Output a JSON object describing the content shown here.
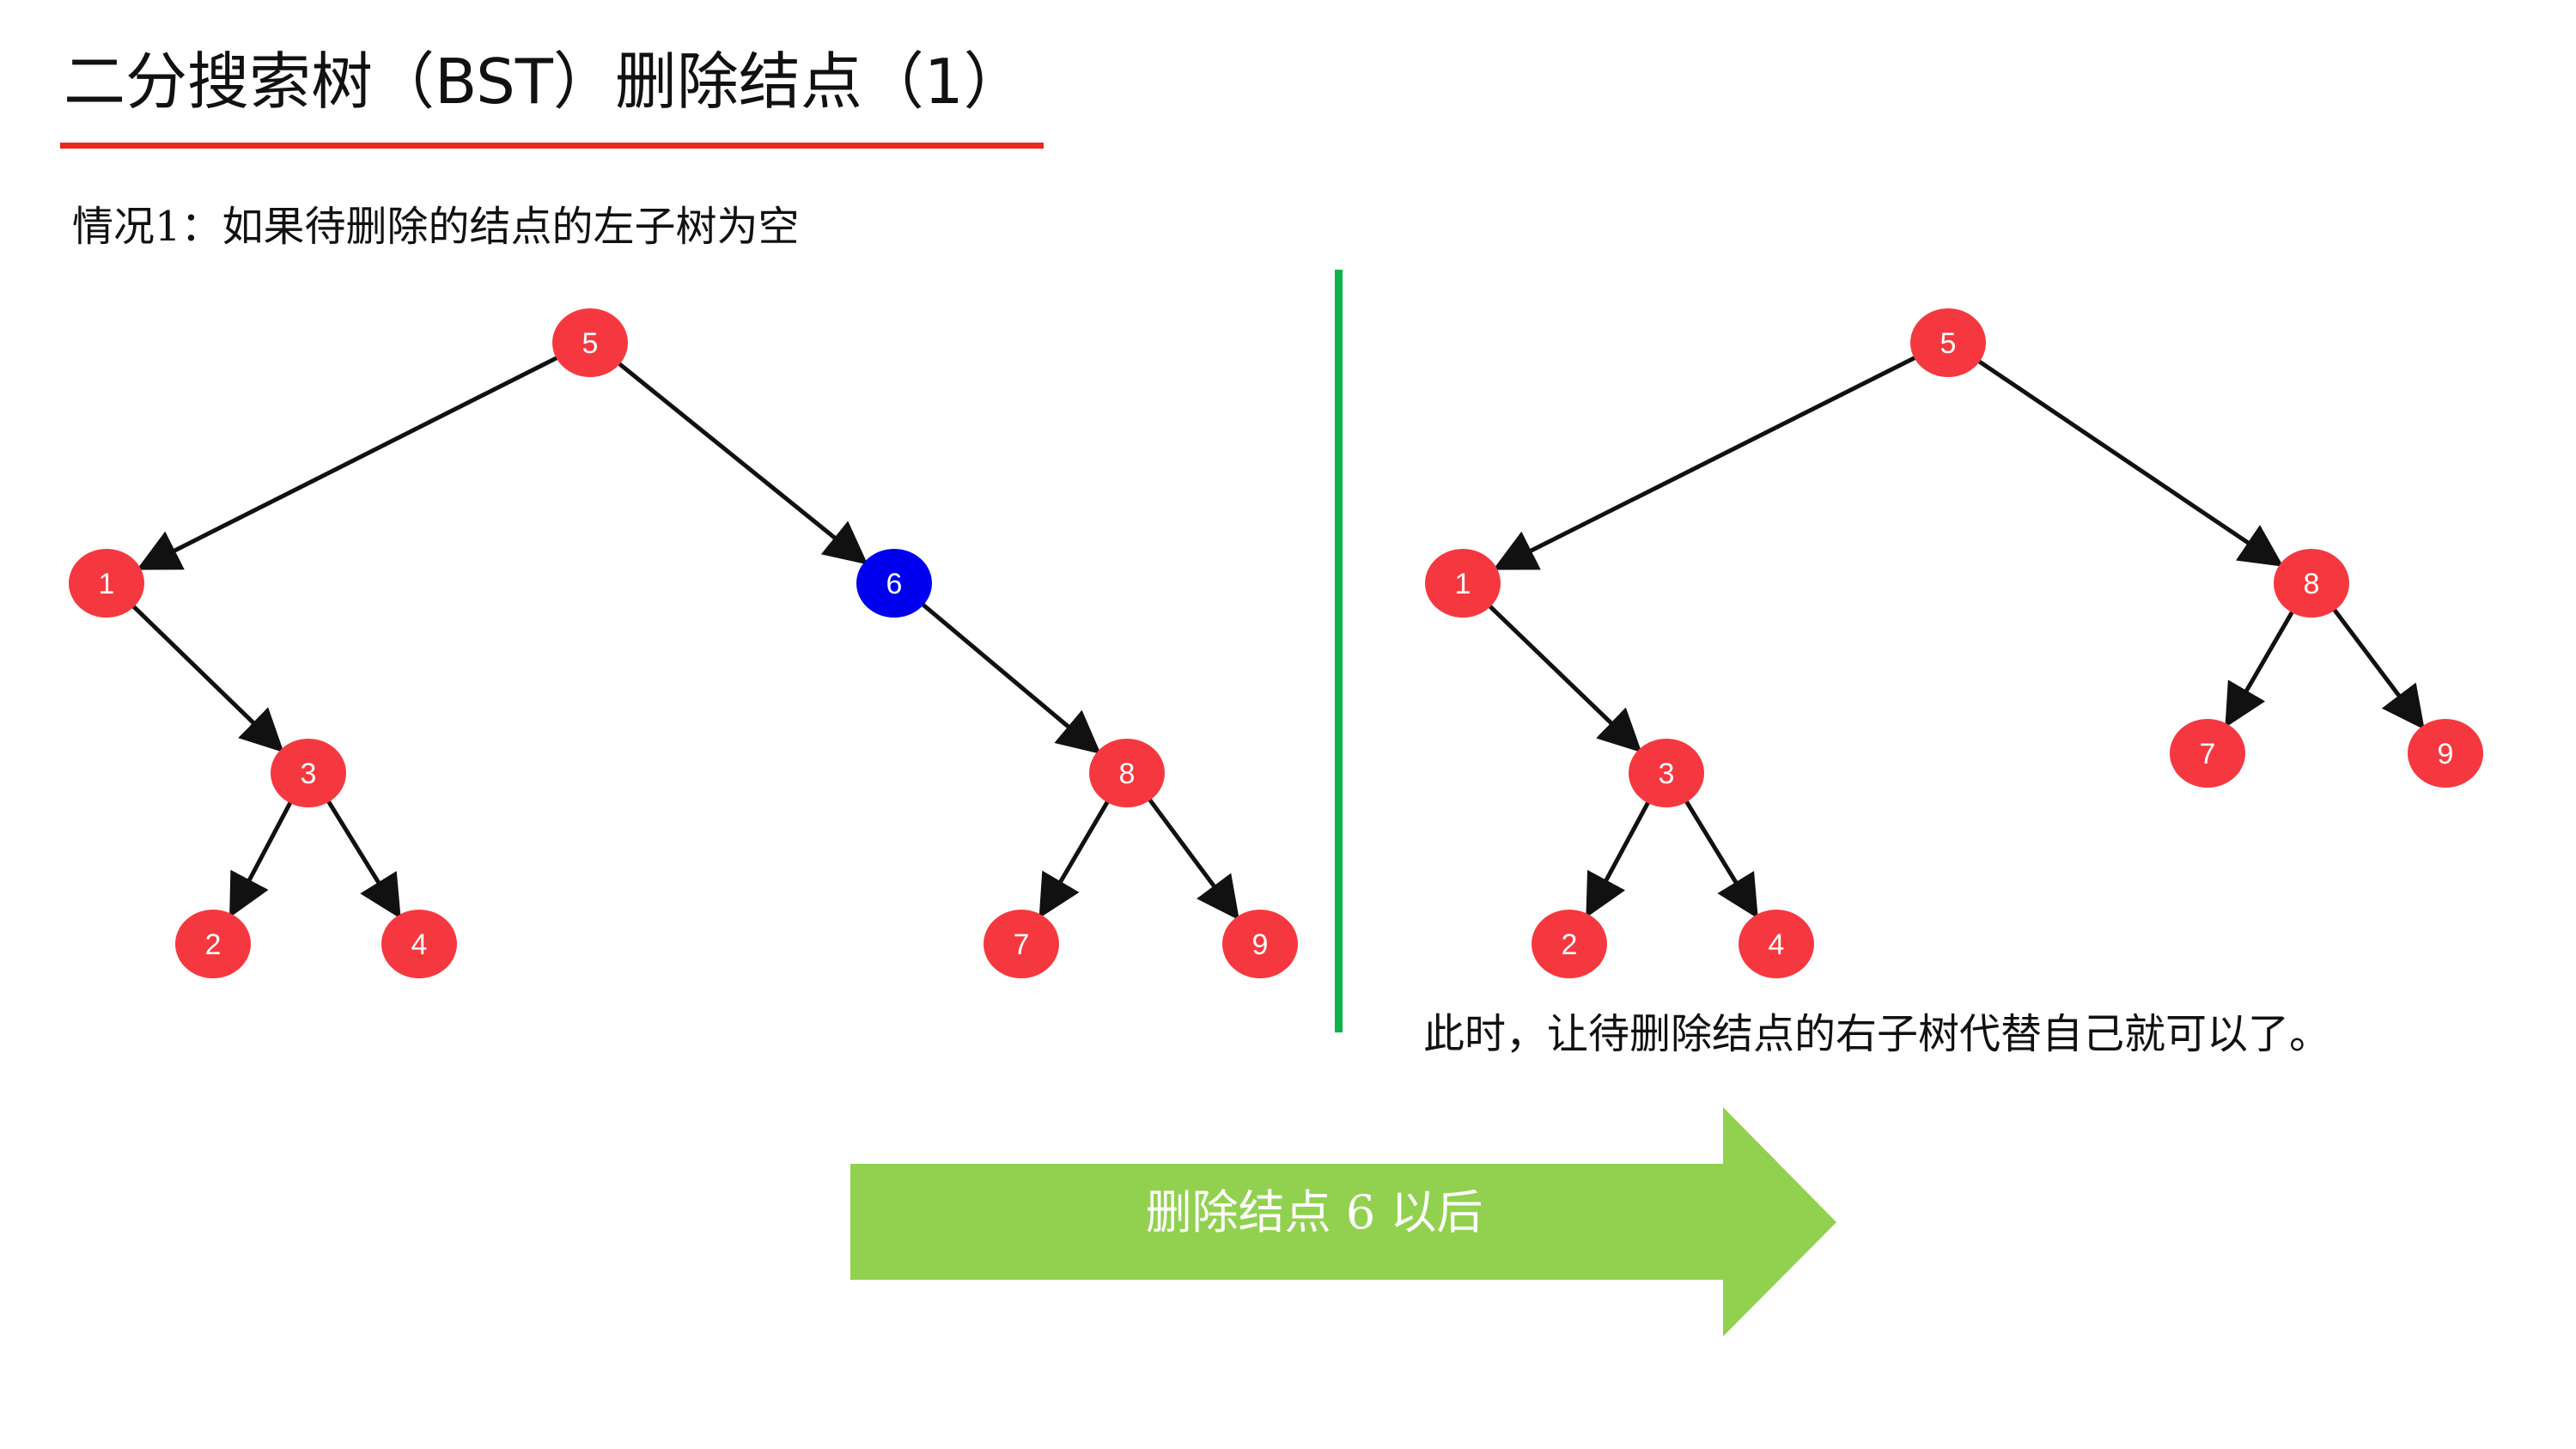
{
  "title": "二分搜索树（BST）删除结点（1）",
  "subtitle": "情况1：如果待删除的结点的左子树为空",
  "note": "此时，让待删除结点的右子树代替自己就可以了。",
  "arrow_label": "删除结点 6 以后",
  "colors": {
    "title_underline": "#e8291c",
    "divider": "#0db14b",
    "node_default": "#f5383f",
    "node_highlight": "#0000ee",
    "arrow_fill": "#92d14f",
    "edge": "#111111"
  },
  "trees": {
    "before": {
      "nodes": [
        {
          "id": "5",
          "label": "5",
          "highlight": false
        },
        {
          "id": "1",
          "label": "1",
          "highlight": false
        },
        {
          "id": "6",
          "label": "6",
          "highlight": true
        },
        {
          "id": "3",
          "label": "3",
          "highlight": false
        },
        {
          "id": "8",
          "label": "8",
          "highlight": false
        },
        {
          "id": "2",
          "label": "2",
          "highlight": false
        },
        {
          "id": "4",
          "label": "4",
          "highlight": false
        },
        {
          "id": "7",
          "label": "7",
          "highlight": false
        },
        {
          "id": "9",
          "label": "9",
          "highlight": false
        }
      ],
      "edges": [
        [
          "5",
          "1"
        ],
        [
          "5",
          "6"
        ],
        [
          "1",
          "3"
        ],
        [
          "6",
          "8"
        ],
        [
          "3",
          "2"
        ],
        [
          "3",
          "4"
        ],
        [
          "8",
          "7"
        ],
        [
          "8",
          "9"
        ]
      ]
    },
    "after": {
      "nodes": [
        {
          "id": "5",
          "label": "5",
          "highlight": false
        },
        {
          "id": "1",
          "label": "1",
          "highlight": false
        },
        {
          "id": "8",
          "label": "8",
          "highlight": false
        },
        {
          "id": "3",
          "label": "3",
          "highlight": false
        },
        {
          "id": "7",
          "label": "7",
          "highlight": false
        },
        {
          "id": "9",
          "label": "9",
          "highlight": false
        },
        {
          "id": "2",
          "label": "2",
          "highlight": false
        },
        {
          "id": "4",
          "label": "4",
          "highlight": false
        }
      ],
      "edges": [
        [
          "5",
          "1"
        ],
        [
          "5",
          "8"
        ],
        [
          "1",
          "3"
        ],
        [
          "8",
          "7"
        ],
        [
          "8",
          "9"
        ],
        [
          "3",
          "2"
        ],
        [
          "3",
          "4"
        ]
      ]
    }
  }
}
